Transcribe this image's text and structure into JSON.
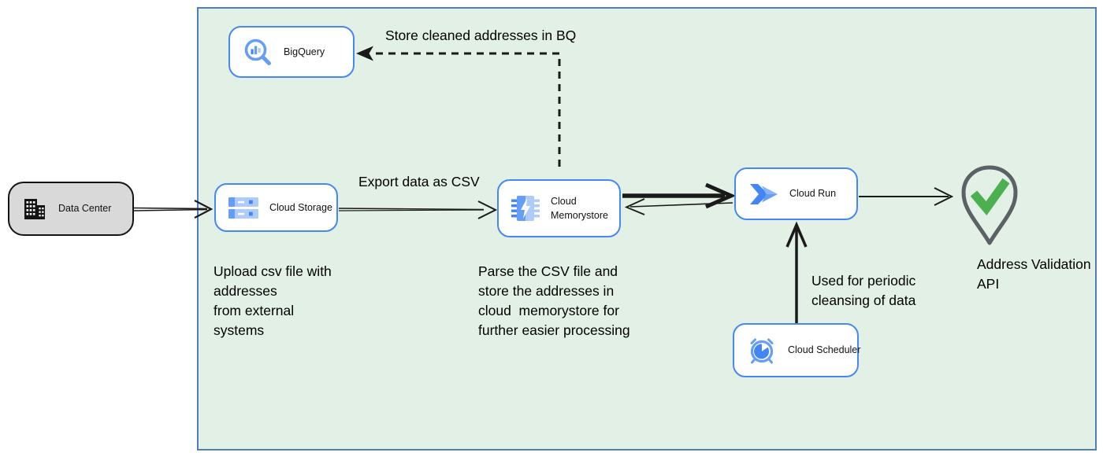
{
  "diagram": {
    "nodes": {
      "data_center": {
        "label": "Data Center"
      },
      "cloud_storage": {
        "label": "Cloud Storage"
      },
      "bigquery": {
        "label": "BigQuery"
      },
      "cloud_memorystore": {
        "label": "Cloud Memorystore"
      },
      "cloud_run": {
        "label": "Cloud Run"
      },
      "cloud_scheduler": {
        "label": "Cloud Scheduler"
      },
      "address_validation_api": {
        "label": "Address Validation\nAPI"
      }
    },
    "annotations": {
      "store_bq": "Store cleaned addresses in BQ",
      "export_csv": "Export data as CSV",
      "upload_csv": "Upload csv file with\naddresses\nfrom external\nsystems",
      "parse_csv": "Parse the CSV file and\nstore the addresses in\ncloud  memorystore for\nfurther easier processing",
      "periodic_cleansing": "Used for periodic\ncleansing of data"
    },
    "colors": {
      "boundary_fill": "#e2f0e5",
      "boundary_border": "#4e7fba",
      "node_border": "#4688f1",
      "data_center_fill": "#d9d9d9",
      "arrow_black": "#1a1a1a",
      "icon_blue_dark": "#4285f4",
      "icon_blue_mid": "#669df6",
      "icon_blue_light": "#aecbfa",
      "pin_gray": "#5c6165",
      "check_green": "#4caf50"
    }
  }
}
